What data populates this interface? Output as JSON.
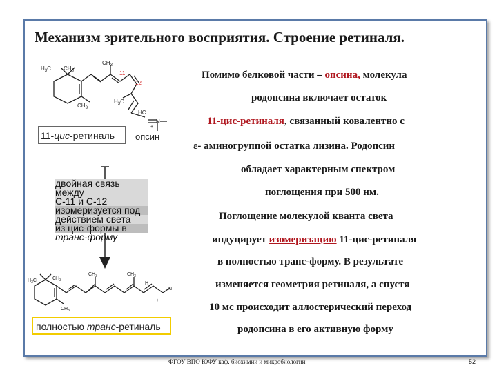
{
  "title": "Механизм зрительного восприятия. Строение  ретиналя.",
  "body": {
    "l1_a": "Помимо белковой части – ",
    "l1_b": "опсина,",
    "l1_c": " молекула",
    "l2": "родопсина включает остаток",
    "l3_a": "11-цис-ретиналя",
    "l3_b": ", связанный ковалентно с",
    "l4": "ε- аминогруппой остатка лизина.  Родопсин",
    "l5": "обладает характерным спектром",
    "l6": "поглощения при 500 нм.",
    "l7": "Поглощение молекулой кванта света",
    "l8_a": "индуцирует ",
    "l8_b": "изомеризацию",
    "l8_c": " 11-цис-ретиналя",
    "l9": "в полностью транс-форму.   В результате",
    "l10": "изменяется  геометрия ретиналя, а спустя",
    "l11": "10 мс происходит аллостерический  переход",
    "l12": "родопсина  в его активную форму"
  },
  "diagram": {
    "cis_label_a": "11-",
    "cis_label_b": "цис",
    "cis_label_c": "-ретиналь",
    "opsin_label": "опсин",
    "c11": "11",
    "c12": "12",
    "note_l1": "двойная связь между",
    "note_l2": "С-11 и С-12",
    "note_l3": "изомеризуется под",
    "note_l4": "действием света",
    "note_l5": "из цис-формы в",
    "note_l6": "транс-форму",
    "trans_label_a": "полностью ",
    "trans_label_b": "транс",
    "trans_label_c": "-ретиналь",
    "ch3": "CH",
    "h3c": "H",
    "hc": "HC",
    "n": "N",
    "plus": "+",
    "h": "H"
  },
  "footer": {
    "text": "ФГОУ ВПО ЮФУ каф. биохимии и микробиологии",
    "page": "52"
  },
  "colors": {
    "frame": "#5a7aa8",
    "accent_red": "#b0171f",
    "numbers_red": "#d42020",
    "trans_box": "#f2cc00"
  }
}
